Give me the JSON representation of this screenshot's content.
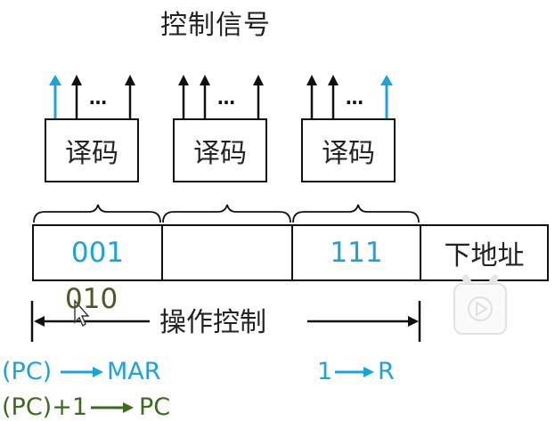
{
  "title": "控制信号",
  "decoders": [
    {
      "label": "译码"
    },
    {
      "label": "译码"
    },
    {
      "label": "译码"
    }
  ],
  "ellipsis": "…",
  "word_fields": [
    {
      "value": "001"
    },
    {
      "value": ""
    },
    {
      "value": "111"
    },
    {
      "value": "下地址"
    }
  ],
  "written_value": "010",
  "operation_label": "操作控制",
  "micro_ops": {
    "op1_left": "(PC)",
    "op1_right": "MAR",
    "op2_left": "1",
    "op2_right": "R",
    "op3_left": "(PC)+1",
    "op3_right": "PC"
  },
  "colors": {
    "highlight": "#1aa3dd",
    "line": "#111111",
    "written": "#4a5a22",
    "green_arrow": "#3a6b1e"
  },
  "icons": [
    "arrow-up-icon",
    "mouse-cursor-icon",
    "play-icon"
  ]
}
